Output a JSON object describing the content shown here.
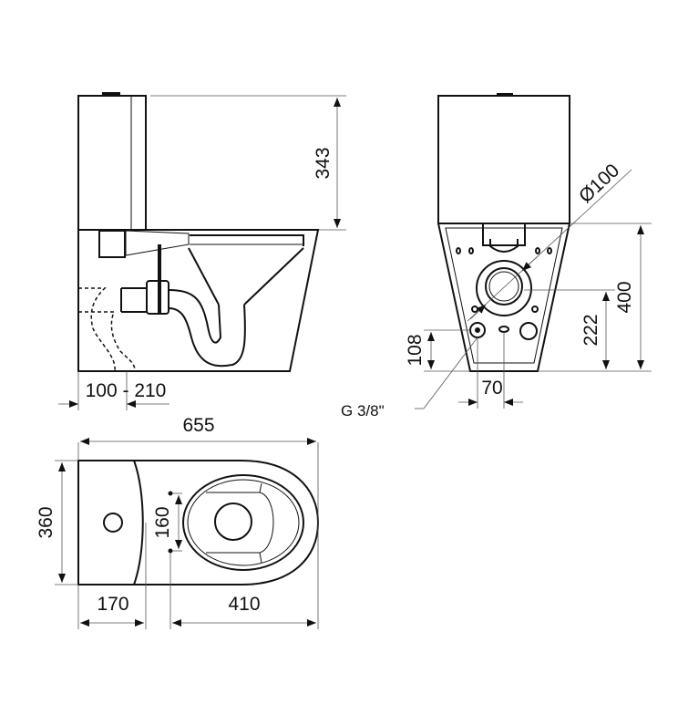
{
  "title": "Close-coupled toilet dimensional drawing",
  "side_view": {
    "tank_height": "343",
    "outlet_range": "100 - 210"
  },
  "front_view": {
    "outlet_diameter": "Ø100",
    "height_total": "400",
    "outlet_height": "222",
    "inlet_height": "108",
    "inlet_offset": "70",
    "inlet_thread": "G 3/8\""
  },
  "top_view": {
    "length": "655",
    "width": "360",
    "tank_depth": "170",
    "fixing_distance": "410",
    "fixing_spacing": "160"
  }
}
